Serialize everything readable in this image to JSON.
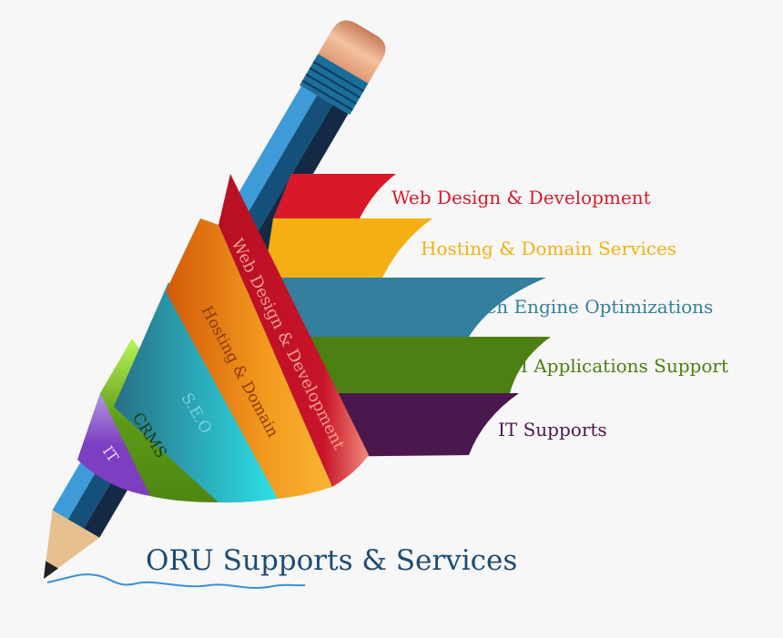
{
  "services": [
    {
      "label": "Web Design & Development",
      "band_label": "Web Design & Development",
      "color": "#d8192a"
    },
    {
      "label": "Hosting & Domain Services",
      "band_label": "Hosting & Domain",
      "color": "#f4b012"
    },
    {
      "label": "Search Engine Optimizations",
      "band_label": "S.E.O",
      "color": "#337f9d"
    },
    {
      "label": "CRM Applications Support",
      "band_label": "CRMS",
      "color": "#4c8013"
    },
    {
      "label": "IT Supports",
      "band_label": "IT",
      "color": "#4a184c"
    }
  ],
  "title": "ORU Supports & Services",
  "title_color": "#1e4b73",
  "pencil_icon": "pencil-icon"
}
